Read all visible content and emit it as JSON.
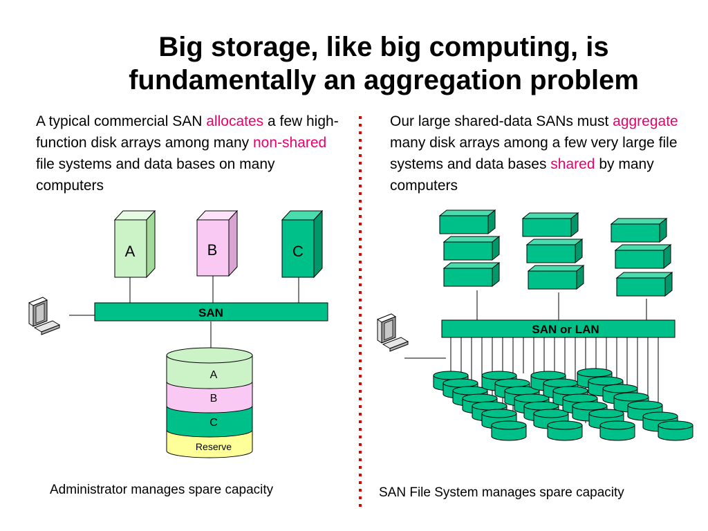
{
  "title": {
    "line1": "Big storage, like big computing, is",
    "line2": "fundamentally an aggregation problem"
  },
  "left": {
    "text": {
      "p1": "A typical commercial SAN ",
      "h1": "allocates",
      "p2": " a few high-function disk arrays among many ",
      "h2": "non-shared",
      "p3": " file systems and data bases on many computers"
    },
    "servers": [
      "A",
      "B",
      "C"
    ],
    "san_label": "SAN",
    "layers": [
      "A",
      "B",
      "C",
      "Reserve"
    ],
    "caption": "Administrator manages spare capacity"
  },
  "right": {
    "text": {
      "p1": "Our large shared-data SANs must ",
      "h1": "aggregate",
      "p2": " many disk arrays among a few very large file systems and data bases ",
      "h2": "shared",
      "p3": " by many computers"
    },
    "bus_label": "SAN or LAN",
    "caption": "SAN File System manages spare capacity"
  },
  "colors": {
    "highlight": "#e8006f",
    "green": "#00c08a",
    "light_green": "#ccf2c8",
    "pink": "#f9c9f4",
    "yellow": "#ffff99",
    "divider": "#e00000"
  }
}
